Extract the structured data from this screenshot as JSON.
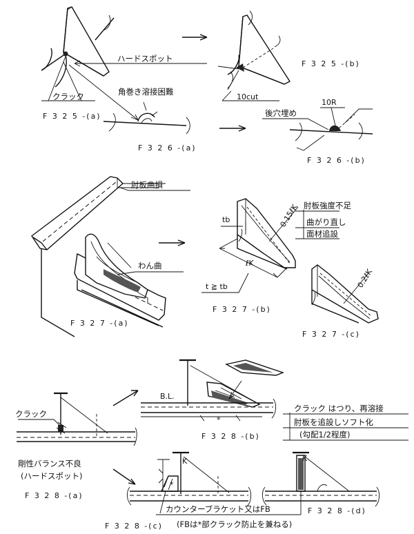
{
  "figures": {
    "f325a": "F 3 2 5 -(a)",
    "f325b": "F 3 2 5 -(b)",
    "f326a": "F 3 2 6 -(a)",
    "f326b": "F 3 2 6 -(b)",
    "f327a": "F 3 2 7 -(a)",
    "f327b": "F 3 2 7 -(b)",
    "f327c": "F 3 2 7 -(c)",
    "f328a": "F 3 2 8 -(a)",
    "f328b": "F 3 2 8 -(b)",
    "f328c": "F 3 2 8 -(c)",
    "f328d": "F 3 2 8 -(d)"
  },
  "labels": {
    "hard_spot": "ハードスポット",
    "crack": "クラック",
    "corner_weld": "角巻き溶接困難",
    "cut10": "10cut",
    "r10": "10R",
    "backfill": "後穴埋め",
    "bracket_bend": "肘板曲損",
    "bend": "わん曲",
    "tb": "tb",
    "t_ge_tb": "t ≧ tb",
    "lk": "ℓK",
    "k015": "0.15ℓK",
    "k02": "0.2ℓK",
    "strength_lack": "肘板強度不足",
    "straighten": "曲がり直し",
    "face_add": "面材追設",
    "bl": "B.L.",
    "crack2": "クラック",
    "rigidity": "剛性バランス不良",
    "hardspot_paren": "(ハードスポット)",
    "remedy1": "クラック  はつり、再溶接",
    "remedy2": "肘板を追設しソフト化",
    "remedy3": "(勾配1/2程度)",
    "counter": "カウンターブラケット又はFB",
    "counter_note": "(FBは*部クラック防止を兼ねる)",
    "k_mark": "K",
    "star": "*"
  }
}
